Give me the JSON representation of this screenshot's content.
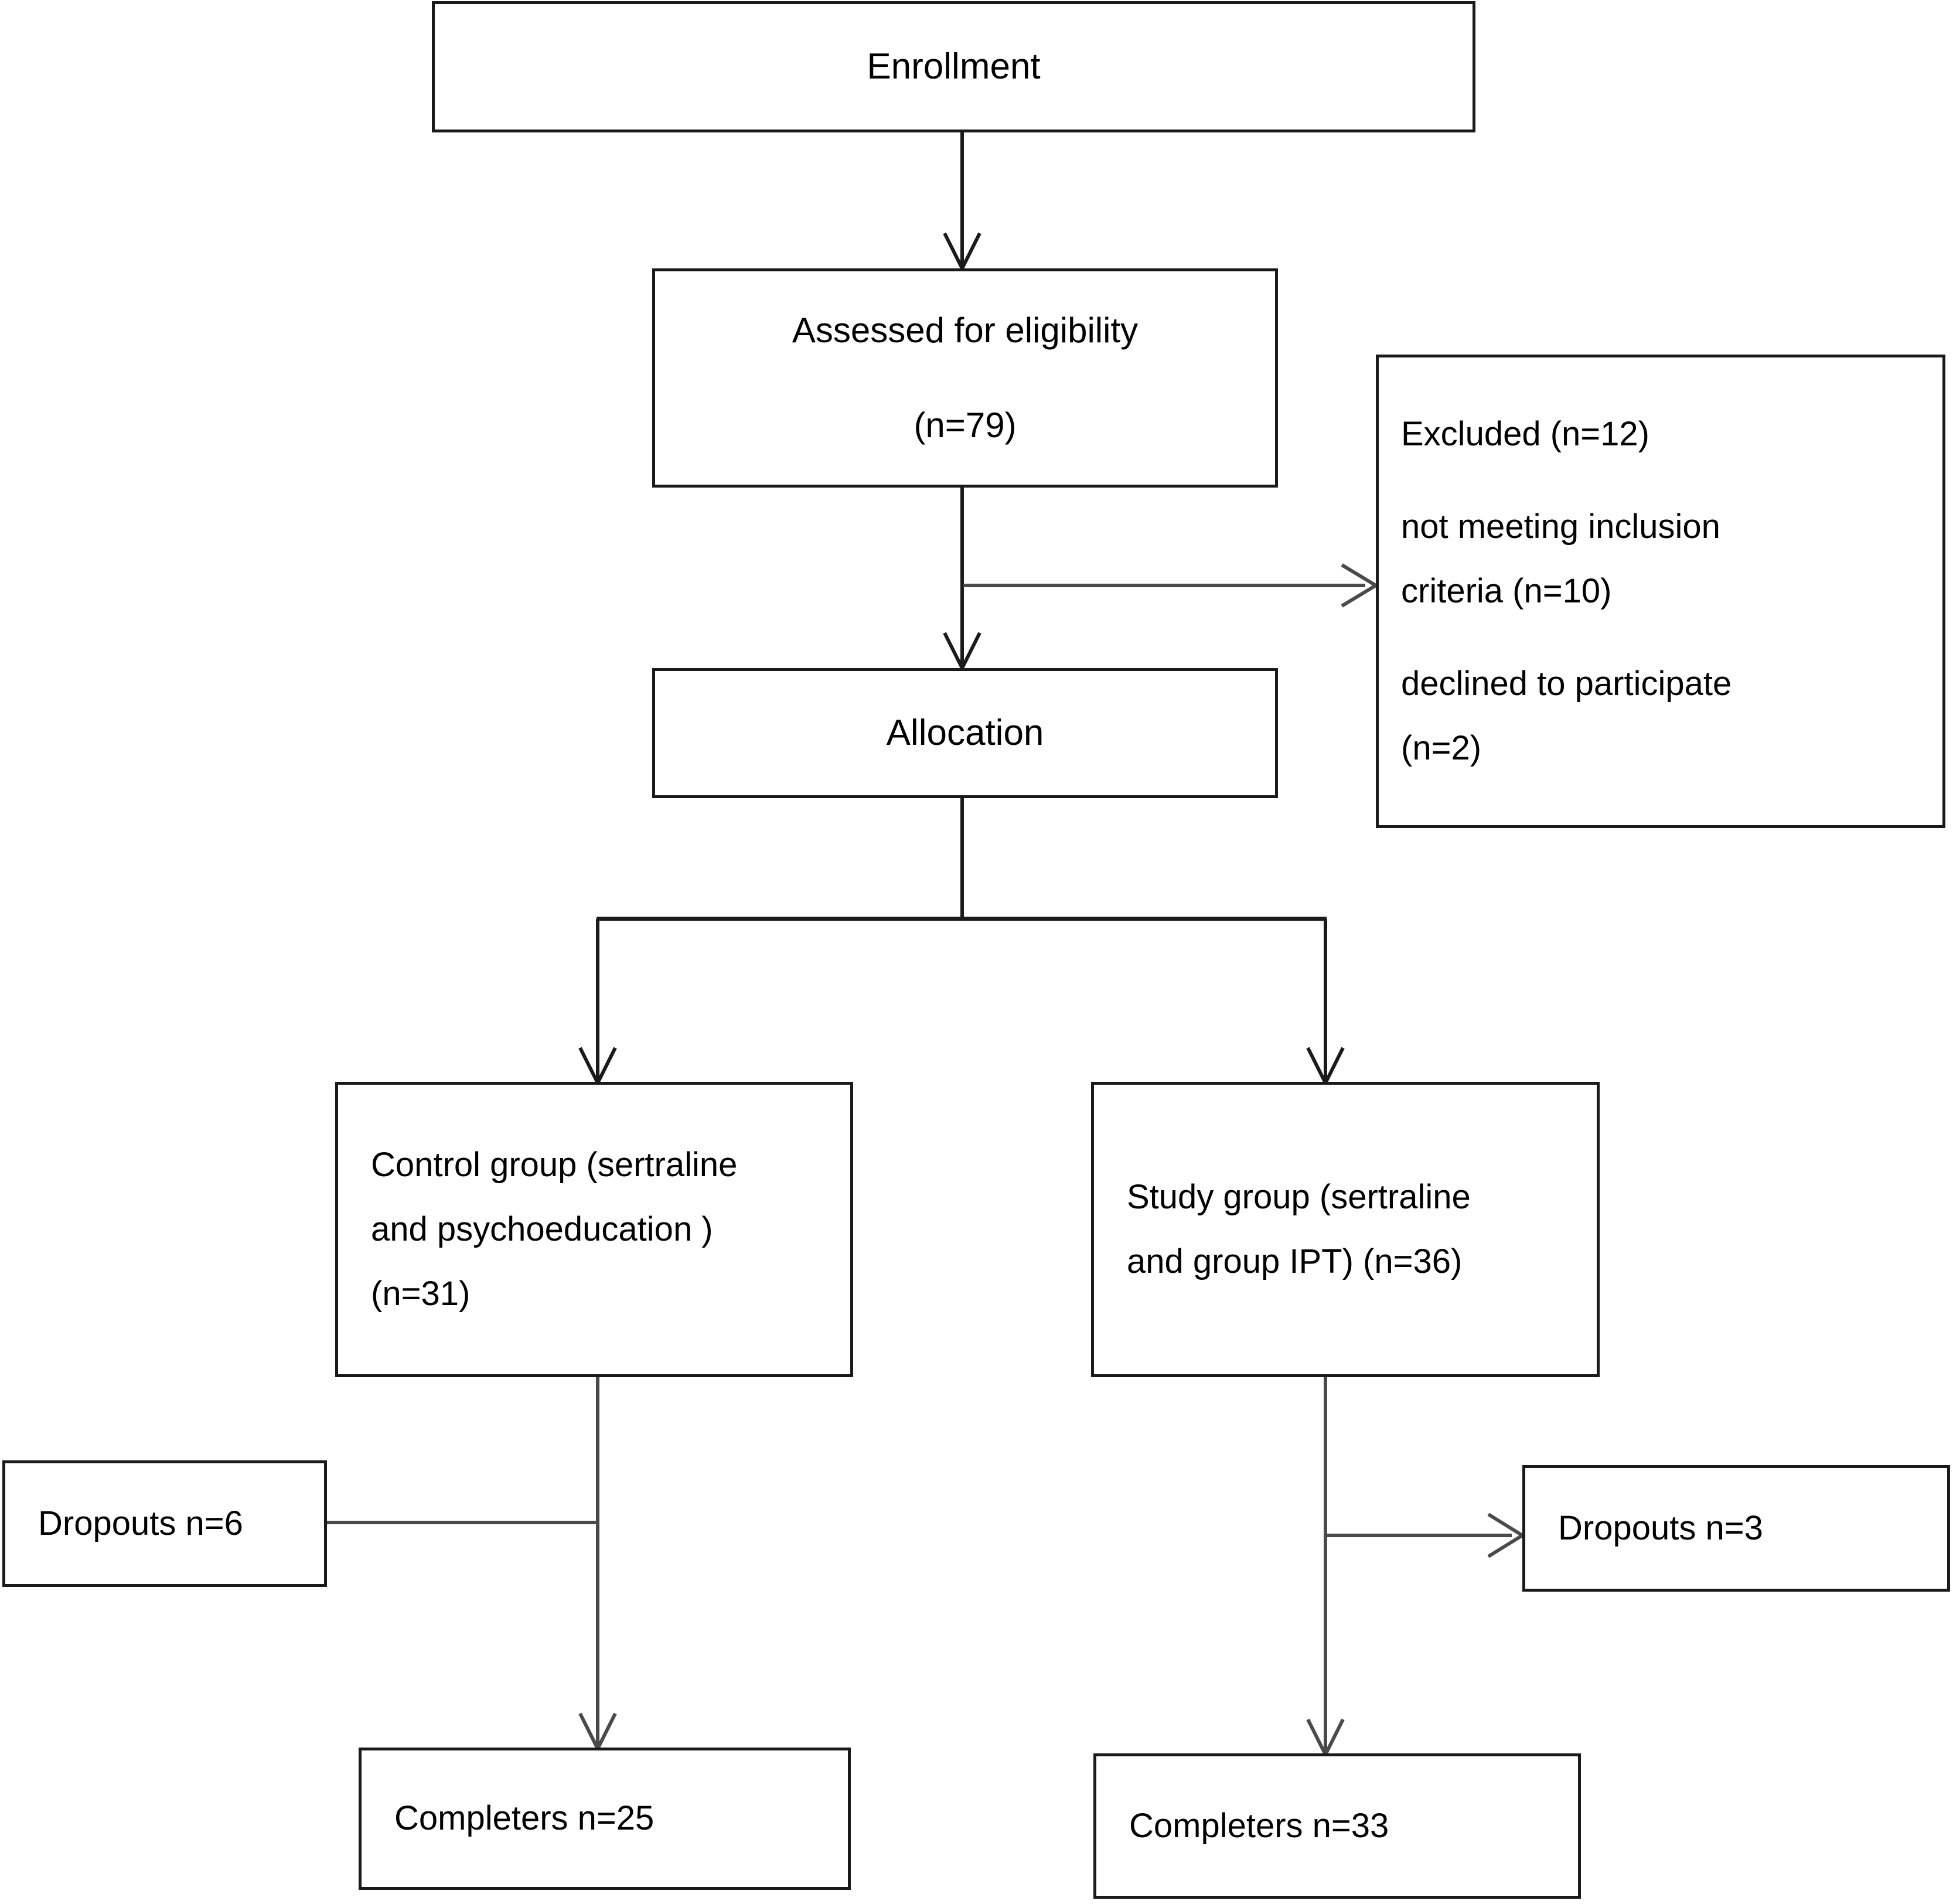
{
  "diagram": {
    "title": "CONSORT participant flow diagram",
    "stroke_color": "#1a1a1a",
    "background_color": "#ffffff",
    "nodes": {
      "enrollment": {
        "label": "Enrollment"
      },
      "assessed": {
        "line1": "Assessed for eligibility",
        "line2": "(n=79)"
      },
      "excluded": {
        "line1": "Excluded (n=12)",
        "line2": "not meeting inclusion",
        "line3": "criteria (n=10)",
        "line4": "declined to participate",
        "line5": "(n=2)"
      },
      "allocation": {
        "label": "Allocation"
      },
      "control_group": {
        "line1": "Control group (sertraline",
        "line2": "and psychoeducation )",
        "line3": "(n=31)"
      },
      "study_group": {
        "line1": "Study group (sertraline",
        "line2": "and group IPT) (n=36)"
      },
      "dropouts_control": {
        "label": "Dropouts n=6"
      },
      "dropouts_study": {
        "label": "Dropouts n=3"
      },
      "completers_control": {
        "label": "Completers n=25"
      },
      "completers_study": {
        "label": "Completers n=33"
      }
    },
    "edges": [
      {
        "name": "enrollment-to-assessed",
        "from": "enrollment",
        "to": "assessed",
        "arrow": "down"
      },
      {
        "name": "assessed-to-excluded",
        "from": "assessed",
        "to": "excluded",
        "arrow": "right"
      },
      {
        "name": "assessed-to-allocation",
        "from": "assessed",
        "to": "allocation",
        "arrow": "down"
      },
      {
        "name": "allocation-to-control-group",
        "from": "allocation",
        "to": "control_group",
        "arrow": "down"
      },
      {
        "name": "allocation-to-study-group",
        "from": "allocation",
        "to": "study_group",
        "arrow": "down"
      },
      {
        "name": "control-group-to-dropouts",
        "from": "control_group",
        "to": "dropouts_control",
        "arrow": "left"
      },
      {
        "name": "control-group-to-completers",
        "from": "control_group",
        "to": "completers_control",
        "arrow": "down"
      },
      {
        "name": "study-group-to-dropouts",
        "from": "study_group",
        "to": "dropouts_study",
        "arrow": "right"
      },
      {
        "name": "study-group-to-completers",
        "from": "study_group",
        "to": "completers_study",
        "arrow": "down"
      }
    ]
  }
}
